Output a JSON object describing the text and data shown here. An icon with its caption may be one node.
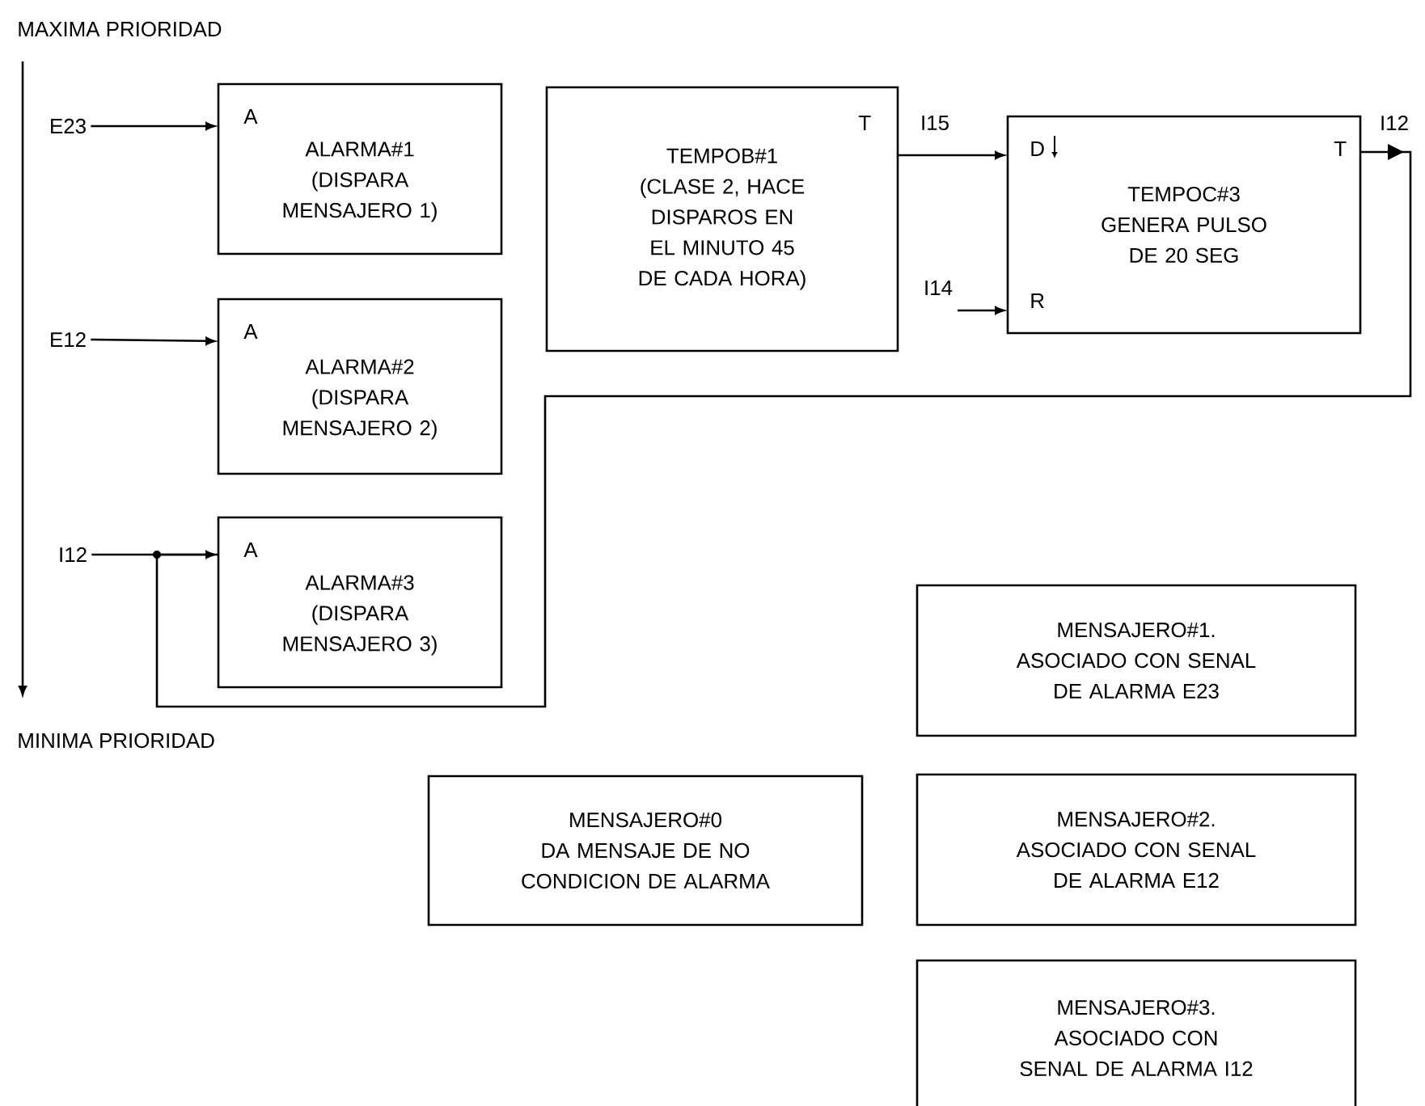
{
  "diagram": {
    "nodes": [
      {
        "text": [
          "E23"
        ]
      },
      {
        "text": [
          "A",
          "ALARMA#1",
          "(DISPARA MENSAJERO 1)"
        ]
      },
      {
        "text": [
          "E12"
        ]
      },
      {
        "text": [
          "A",
          "ALARMA#2",
          "(DISPARA MENSAJERO 2)"
        ]
      },
      {
        "text": [
          "I12"
        ]
      },
      {
        "text": [
          "A",
          "ALARMA#3",
          "(DISPARA MENSAJERO 3)"
        ]
      },
      {
        "text": [
          "T",
          "TEMPOB#1",
          "(CLASE 2, HACE DISPAROS EN EL MINUTO 45 DE CADA HORA)"
        ]
      },
      {
        "text": [
          "D",
          "T",
          "TEMPOC#3",
          "GENERA PULSO DE 20 SEG",
          "R"
        ]
      },
      {
        "text": [
          "MENSAJERO#1.",
          "ASOCIADO CON SENAL DE ALARMA E23"
        ]
      },
      {
        "text": [
          "MENSAJERO#0",
          "DA MENSAJE DE NO CONDICION DE ALARMA"
        ]
      },
      {
        "text": [
          "MENSAJERO#2.",
          "ASOCIADO CON SENAL DE ALARMA E12"
        ]
      },
      {
        "text": [
          "MENSAJERO#3.",
          "ASOCIADO CON SENAL DE ALARMA I12"
        ]
      }
    ],
    "edges": [
      {
        "from": 0,
        "to": 1,
        "arrow": "to"
      },
      {
        "from": 2,
        "to": 3,
        "arrow": "to"
      },
      {
        "from": 4,
        "to": 5,
        "arrow": "to"
      },
      {
        "from": 6,
        "to": 7,
        "arrow": "to",
        "label": "I15"
      },
      {
        "from": null,
        "to": 7,
        "arrow": "to",
        "label": "I14"
      },
      {
        "from": 7,
        "to": 5,
        "arrow": "to",
        "label": "I12"
      }
    ],
    "labels": [
      "MAXIMA PRIORIDAD",
      "MINIMA PRIORIDAD"
    ]
  }
}
